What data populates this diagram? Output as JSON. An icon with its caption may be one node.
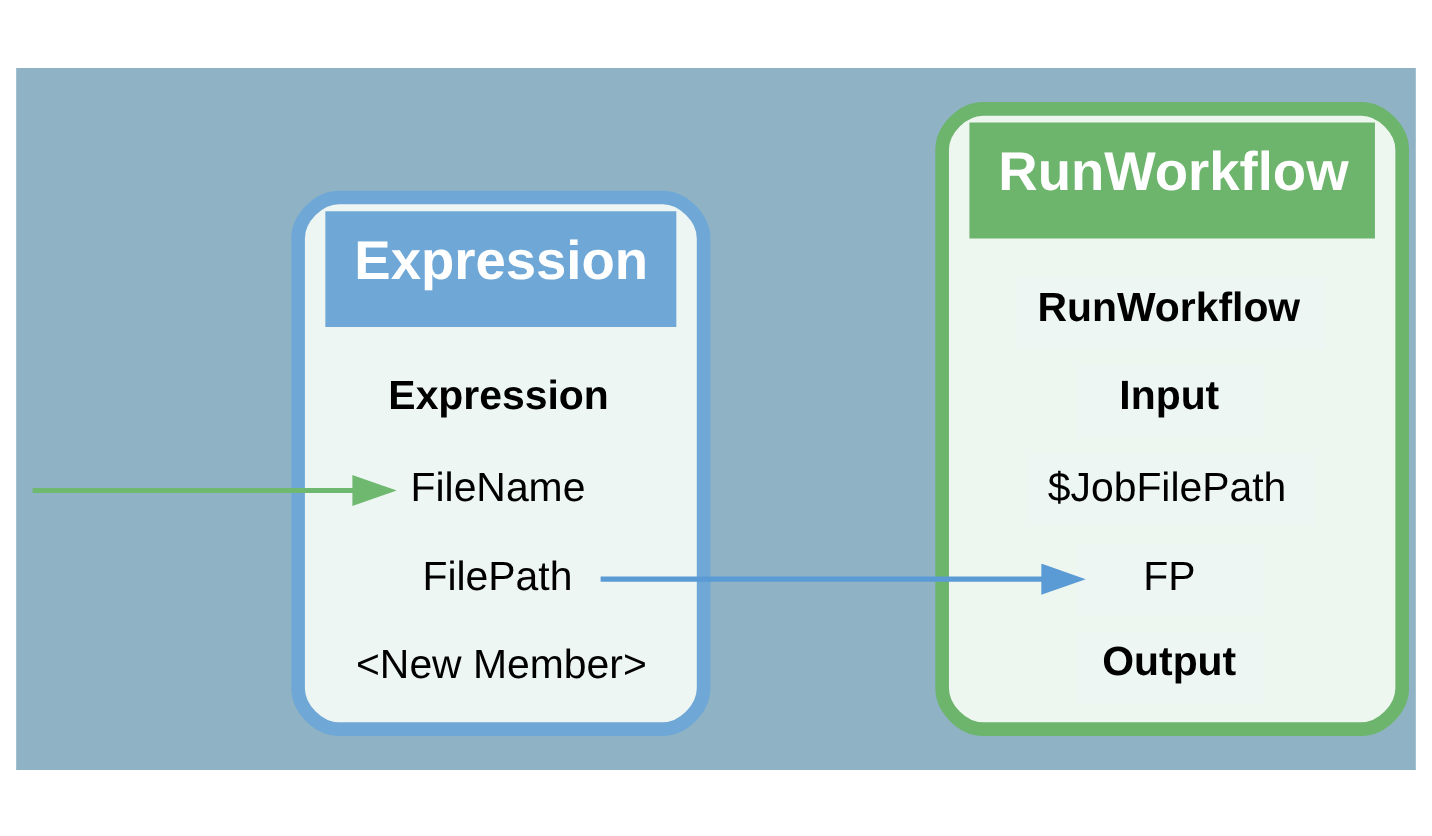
{
  "diagram": {
    "nodes": [
      {
        "text": [
          "Expression"
        ]
      },
      {
        "text": [
          "Expression"
        ],
        "in": 0
      },
      {
        "text": [
          "FileName"
        ],
        "in": 0
      },
      {
        "text": [
          "FilePath"
        ],
        "in": 0
      },
      {
        "text": [
          "<New Member>"
        ],
        "in": 0
      },
      {
        "text": [
          "RunWorkflow"
        ]
      },
      {
        "text": [
          "RunWorkflow"
        ],
        "in": 5
      },
      {
        "text": [
          "Input"
        ],
        "in": 5
      },
      {
        "text": [
          "$JobFilePath"
        ],
        "in": 5
      },
      {
        "text": [
          "FP"
        ],
        "in": 5
      },
      {
        "text": [
          "Output"
        ],
        "in": 5
      }
    ],
    "edges": [
      {
        "from": null,
        "to": 2,
        "arrow": "to",
        "color": "#6fb86f"
      },
      {
        "from": 3,
        "to": 9,
        "arrow": "to",
        "color": "#5b9bd5"
      }
    ]
  }
}
